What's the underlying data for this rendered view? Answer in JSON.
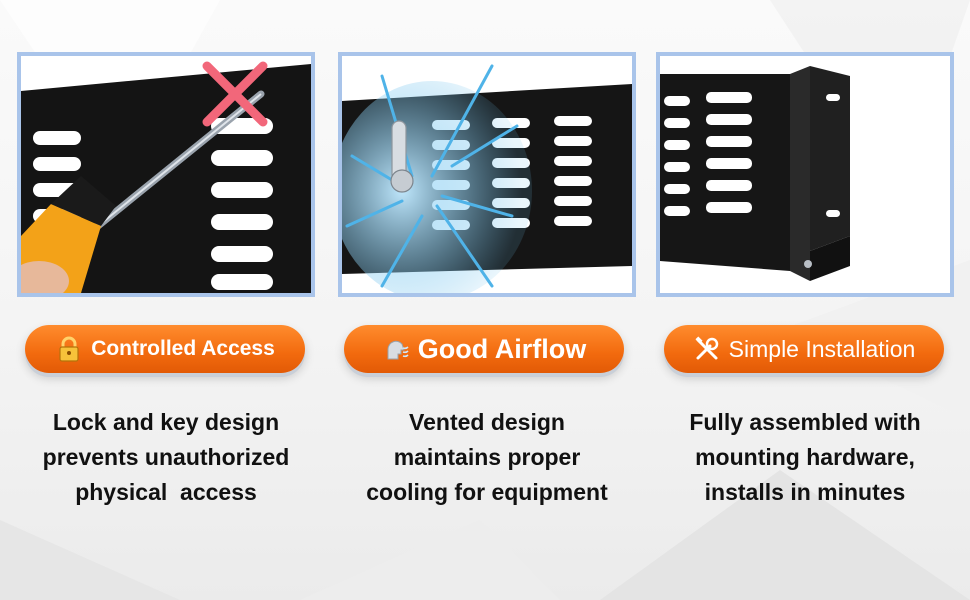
{
  "features": [
    {
      "badge_label": "Controlled Access",
      "icon": "padlock-icon",
      "description_lines": [
        "Lock and key design",
        "prevents unauthorized",
        "physical  access"
      ]
    },
    {
      "badge_label": "Good Airflow",
      "icon": "airflow-head-icon",
      "description_lines": [
        "Vented design",
        "maintains proper",
        "cooling for equipment"
      ]
    },
    {
      "badge_label": "Simple Installation",
      "icon": "tools-icon",
      "description_lines": [
        "Fully assembled with",
        "mounting hardware,",
        "installs in minutes"
      ]
    }
  ],
  "colors": {
    "badge_orange": "#f26a0e",
    "photo_border": "#a9c4ea",
    "text": "#111111",
    "cross_mark": "#f2677a",
    "airflow_blue": "#4fb3e8"
  }
}
